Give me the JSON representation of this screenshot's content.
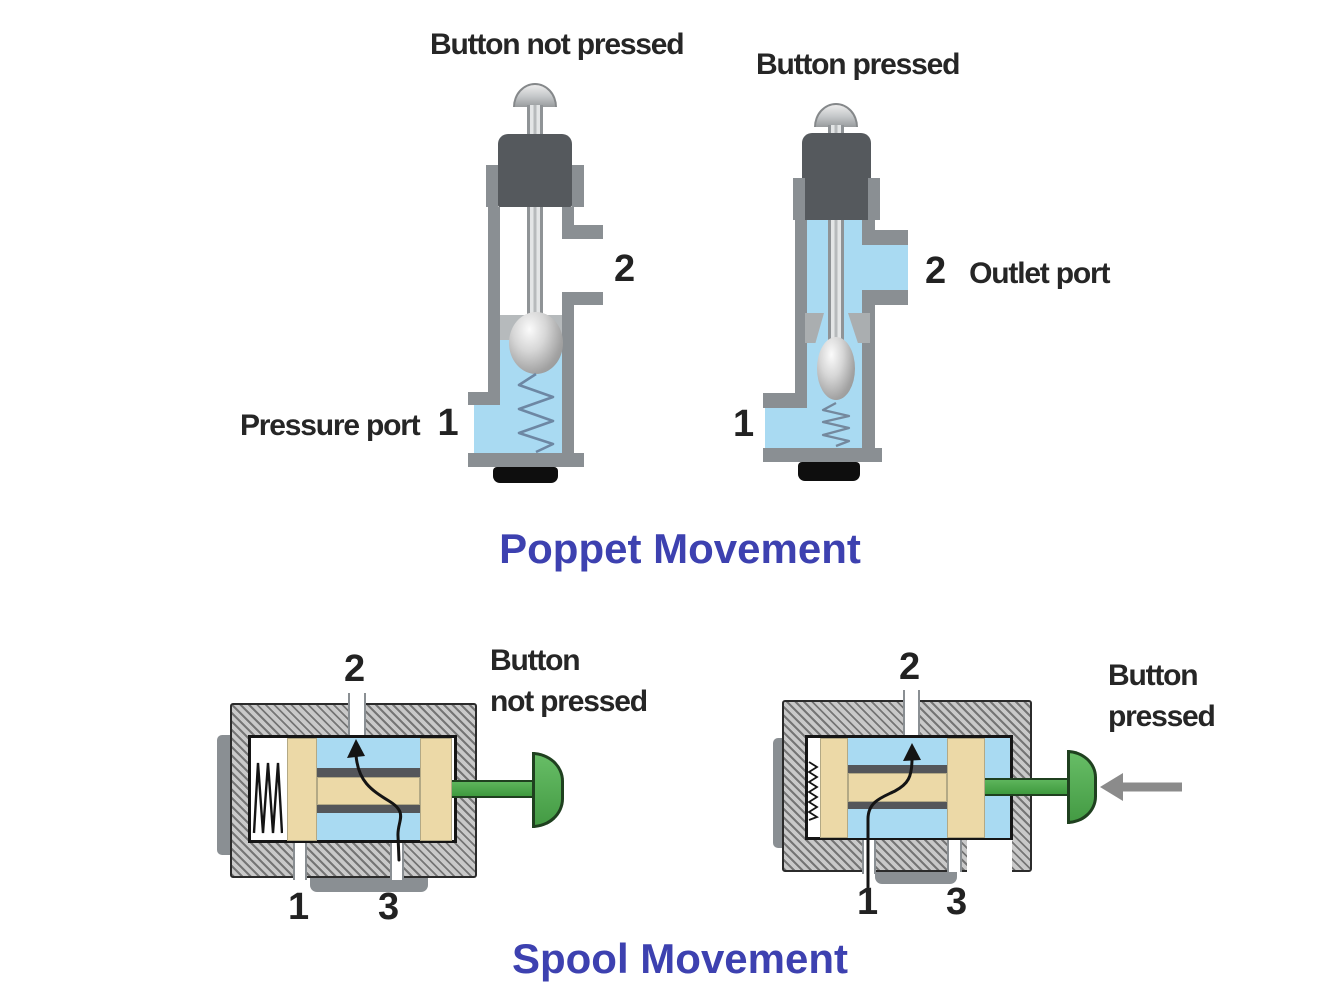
{
  "poppet": {
    "title": "Poppet Movement",
    "not_pressed": {
      "state_label": "Button not pressed",
      "port2": "2",
      "port1_name": "Pressure port",
      "port1": "1"
    },
    "pressed": {
      "state_label": "Button pressed",
      "port2": "2",
      "outlet_name": "Outlet port",
      "port1": "1"
    }
  },
  "spool": {
    "title": "Spool Movement",
    "not_pressed": {
      "state_line1": "Button",
      "state_line2": "not pressed",
      "port2": "2",
      "port1": "1",
      "port3": "3"
    },
    "pressed": {
      "state_line1": "Button",
      "state_line2": "pressed",
      "port2": "2",
      "port1": "1",
      "port3": "3"
    }
  },
  "colors": {
    "fluid_blue": "#a9daf2",
    "title_blue": "#3d41b0",
    "valve_body_gray": "#8a8f93",
    "button_dark_gray": "#55595d",
    "spool_tan": "#ecd9a7",
    "button_green": "#4fae4f",
    "label_text": "#262626"
  }
}
